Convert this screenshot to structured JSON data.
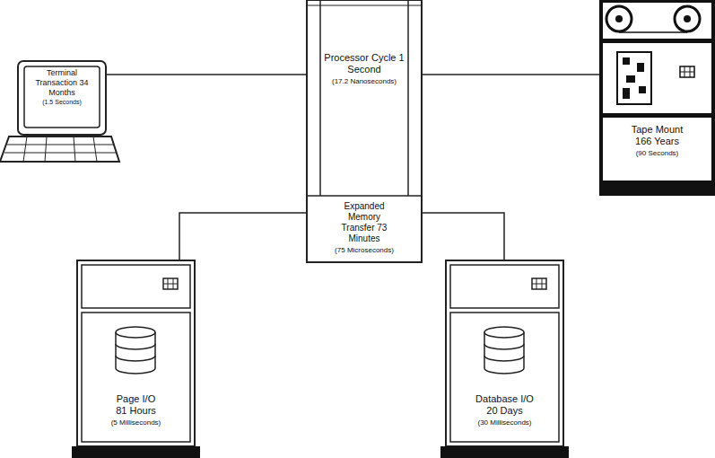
{
  "diagram": {
    "nodes": [
      {
        "text": [
          "Terminal Transaction 34 Months",
          "(1.5 Seconds)"
        ]
      },
      {
        "text": [
          "Processor Cycle 1 Second",
          "(17.2 Nanoseconds)"
        ]
      },
      {
        "text": [
          "Expanded Memory Transfer 73 Minutes",
          "(75 Microseconds)"
        ]
      },
      {
        "text": [
          "Tape Mount 166 Years",
          "(90 Seconds)"
        ]
      },
      {
        "text": [
          "Page I/O 81 Hours",
          "(5 Milliseconds)"
        ]
      },
      {
        "text": [
          "Database I/O 20 Days",
          "(30 Milliseconds)"
        ]
      }
    ],
    "edges": [
      {
        "from": 0,
        "to": 1,
        "arrow": "none"
      },
      {
        "from": 1,
        "to": 3,
        "arrow": "none"
      },
      {
        "from": 2,
        "to": 4,
        "arrow": "none"
      },
      {
        "from": 2,
        "to": 5,
        "arrow": "none"
      }
    ]
  }
}
